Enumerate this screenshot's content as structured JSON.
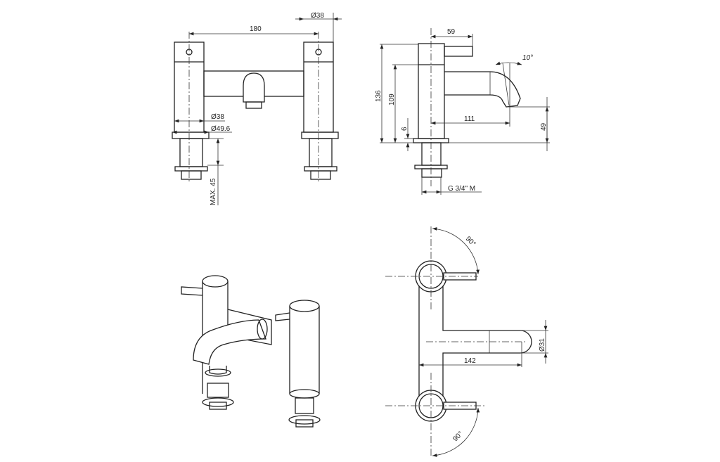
{
  "drawing": {
    "front_view": {
      "dim_centers": "180",
      "dim_top_diameter": "Ø38",
      "dim_body_diameter": "Ø38",
      "dim_flange_diameter": "Ø49.6",
      "dim_max_thickness": "MAX. 45"
    },
    "side_view": {
      "dim_lever": "59",
      "dim_height": "136",
      "dim_spout_top": "109",
      "dim_flange": "6",
      "dim_spout_reach": "111",
      "dim_spout_height": "49",
      "dim_angle": "10°",
      "dim_thread": "G 3/4\" M"
    },
    "plan_view": {
      "dim_rotation_top": "90°",
      "dim_rotation_bottom": "90°",
      "dim_spout_length": "142",
      "dim_spout_diameter": "Ø31"
    }
  }
}
